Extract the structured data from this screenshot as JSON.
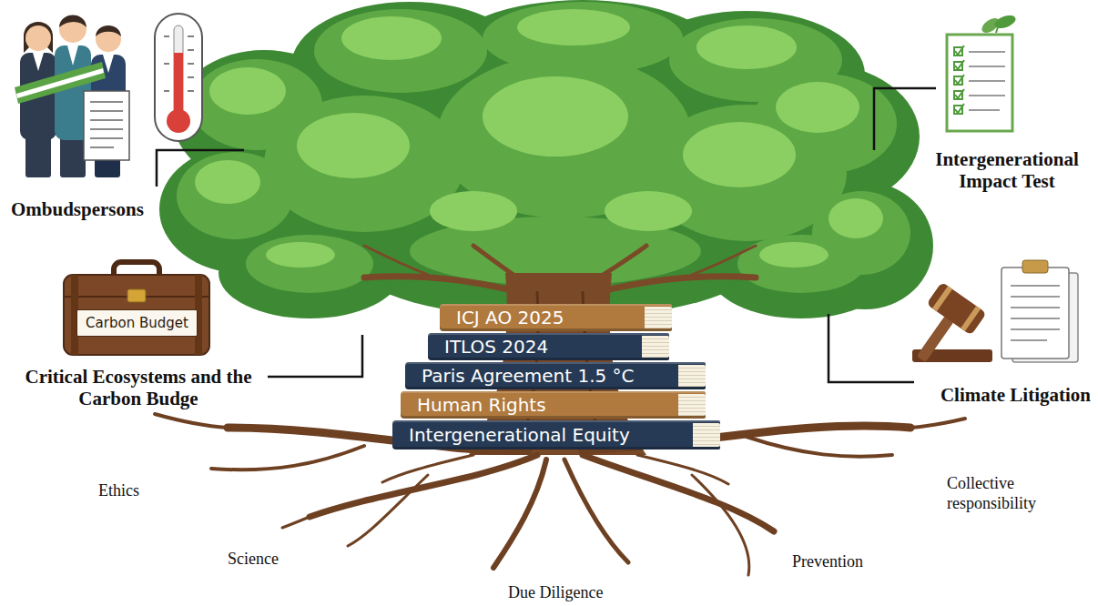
{
  "diagram": {
    "nodes": [
      {
        "text": [
          "ICJ AO 2025"
        ]
      },
      {
        "text": [
          "ITLOS 2024"
        ]
      },
      {
        "text": [
          "Paris Agreement 1.5 °C"
        ]
      },
      {
        "text": [
          "Human Rights"
        ]
      },
      {
        "text": [
          "Intergenerational Equity"
        ]
      },
      {
        "text": [
          "Carbon Budget"
        ]
      }
    ],
    "labels": [
      "Ombudspersons",
      "Intergenerational Impact Test",
      "Critical Ecosystems and the Carbon Budge",
      "Climate Litigation",
      "Ethics",
      "Collective responsibility",
      "Science",
      "Prevention",
      "Due Diligence"
    ]
  }
}
